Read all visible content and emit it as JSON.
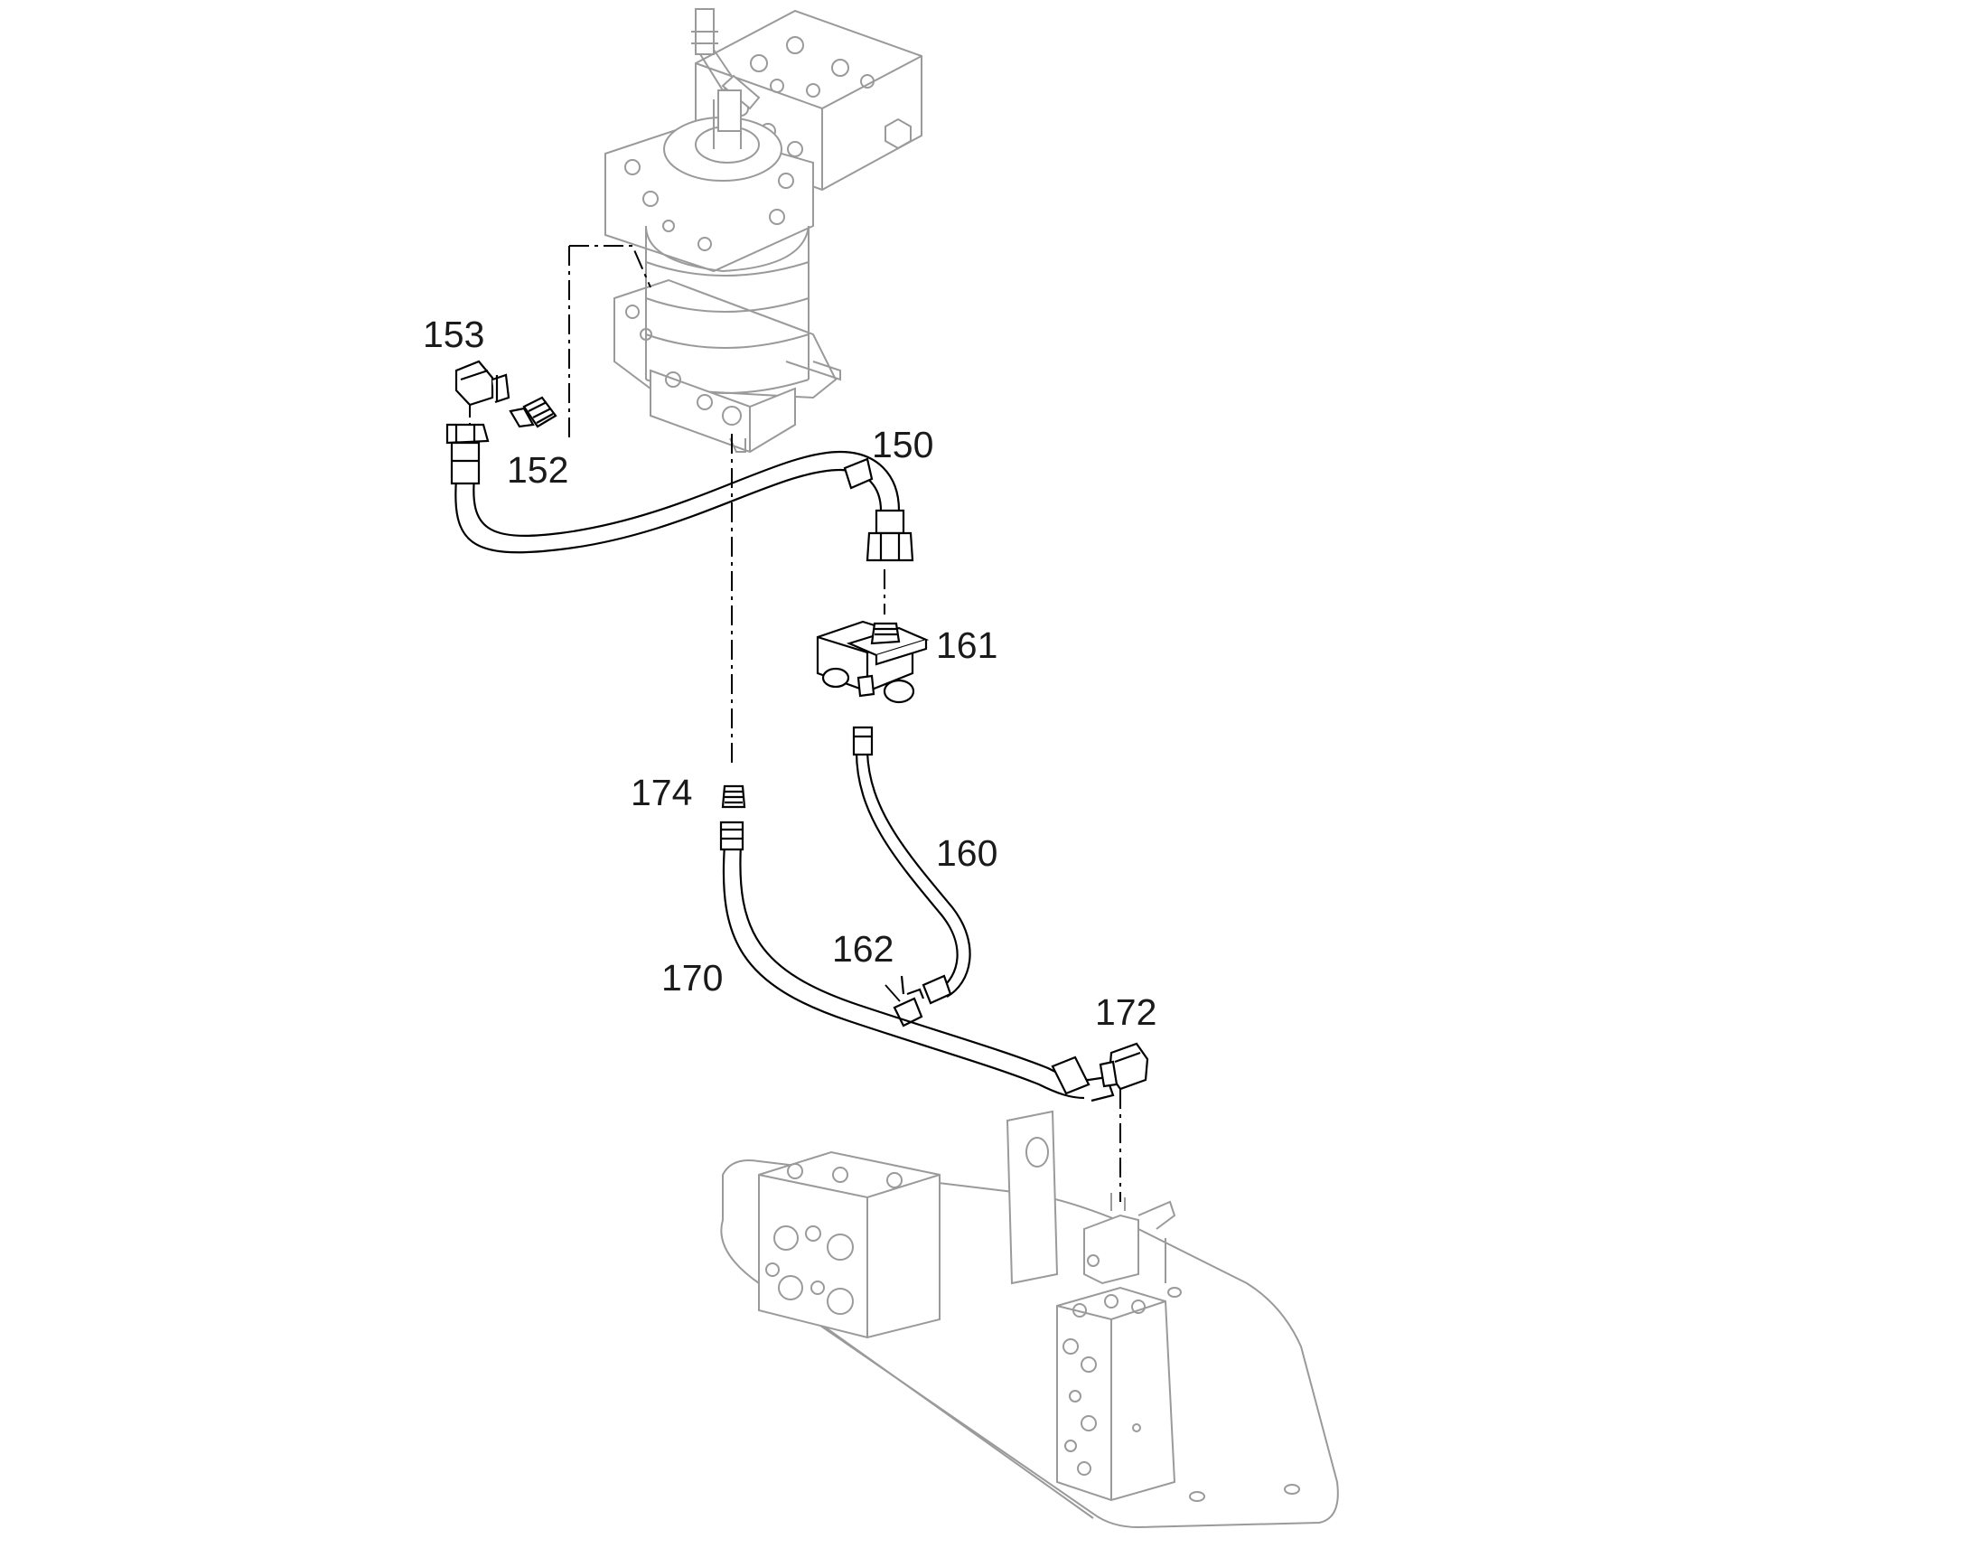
{
  "diagram": {
    "callouts": [
      {
        "id": "c153",
        "label": "153"
      },
      {
        "id": "c152",
        "label": "152"
      },
      {
        "id": "c150",
        "label": "150"
      },
      {
        "id": "c161",
        "label": "161"
      },
      {
        "id": "c174",
        "label": "174"
      },
      {
        "id": "c160",
        "label": "160"
      },
      {
        "id": "c162",
        "label": "162"
      },
      {
        "id": "c170",
        "label": "170"
      },
      {
        "id": "c172",
        "label": "172"
      }
    ]
  }
}
